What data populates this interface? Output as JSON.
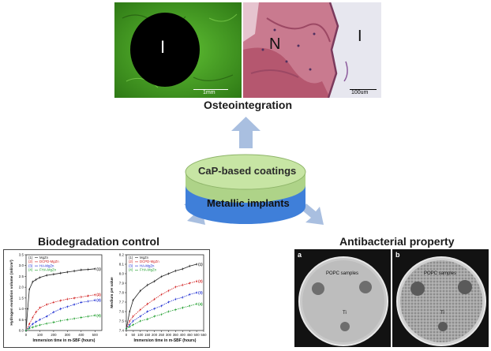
{
  "osteo": {
    "title": "Osteointegration",
    "fluor_label": "I",
    "fluor_scale": "1mm",
    "histo_label_n": "N",
    "histo_label_i": "I",
    "histo_scale": "100um"
  },
  "center": {
    "coating_label": "CaP-based coatings",
    "implant_label": "Metallic implants",
    "coating_color": "#c7e5a4",
    "implant_color": "#3f7fd9"
  },
  "biodeg": {
    "title": "Biodegradation control"
  },
  "antibac": {
    "title": "Antibacterial property",
    "panels": [
      {
        "letter": "a",
        "samples": "POPC samples",
        "ti": "Ti"
      },
      {
        "letter": "b",
        "samples": "POPC samples",
        "ti": "Ti"
      }
    ]
  },
  "arrow_color": "#a9bfe0",
  "chart_data": [
    {
      "type": "line",
      "xlabel": "Immersion time in m-SBF (hours)",
      "ylabel": "Hydrogen evolution volume (ml/cm²)",
      "xlim": [
        0,
        550
      ],
      "ylim": [
        0,
        3.5
      ],
      "xticks": [
        0,
        100,
        200,
        300,
        400,
        500
      ],
      "yticks": [
        "0.0",
        "0.5",
        "1.0",
        "1.5",
        "2.0",
        "2.5",
        "3.0",
        "3.5"
      ],
      "legend": [
        {
          "num": "(1)",
          "name": "MgZn",
          "color": "#222222"
        },
        {
          "num": "(2)",
          "name": "DCPD-MgZn",
          "color": "#d11b1b"
        },
        {
          "num": "(3)",
          "name": "HA-MgZn",
          "color": "#1a2ad1"
        },
        {
          "num": "(4)",
          "name": "FHA-MgZn",
          "color": "#1f9e2d"
        }
      ],
      "series_labels": [
        "(1)",
        "(2)",
        "(3)",
        "(4)"
      ],
      "series": [
        {
          "values": [
            [
              0,
              0
            ],
            [
              12,
              1.0
            ],
            [
              24,
              1.9
            ],
            [
              48,
              2.25
            ],
            [
              72,
              2.35
            ],
            [
              100,
              2.45
            ],
            [
              150,
              2.55
            ],
            [
              200,
              2.6
            ],
            [
              250,
              2.65
            ],
            [
              300,
              2.7
            ],
            [
              350,
              2.75
            ],
            [
              400,
              2.8
            ],
            [
              450,
              2.82
            ],
            [
              500,
              2.85
            ]
          ]
        },
        {
          "values": [
            [
              0,
              0
            ],
            [
              24,
              0.3
            ],
            [
              48,
              0.6
            ],
            [
              72,
              0.85
            ],
            [
              100,
              1.05
            ],
            [
              150,
              1.2
            ],
            [
              200,
              1.3
            ],
            [
              250,
              1.38
            ],
            [
              300,
              1.45
            ],
            [
              350,
              1.5
            ],
            [
              400,
              1.55
            ],
            [
              450,
              1.6
            ],
            [
              500,
              1.65
            ]
          ]
        },
        {
          "values": [
            [
              0,
              0
            ],
            [
              24,
              0.15
            ],
            [
              48,
              0.3
            ],
            [
              72,
              0.4
            ],
            [
              100,
              0.5
            ],
            [
              150,
              0.65
            ],
            [
              200,
              0.85
            ],
            [
              250,
              1.0
            ],
            [
              300,
              1.1
            ],
            [
              350,
              1.2
            ],
            [
              400,
              1.3
            ],
            [
              450,
              1.35
            ],
            [
              500,
              1.4
            ]
          ]
        },
        {
          "values": [
            [
              0,
              0
            ],
            [
              24,
              0.1
            ],
            [
              48,
              0.15
            ],
            [
              72,
              0.2
            ],
            [
              100,
              0.25
            ],
            [
              150,
              0.32
            ],
            [
              200,
              0.38
            ],
            [
              250,
              0.45
            ],
            [
              300,
              0.5
            ],
            [
              350,
              0.55
            ],
            [
              400,
              0.6
            ],
            [
              450,
              0.65
            ],
            [
              500,
              0.7
            ]
          ]
        }
      ]
    },
    {
      "type": "line",
      "xlabel": "Immersion time in m-SBF (hours)",
      "ylabel": "Medium pH value",
      "xlim": [
        0,
        550
      ],
      "ylim": [
        7.4,
        8.2
      ],
      "xticks": [
        0,
        50,
        100,
        150,
        200,
        250,
        300,
        350,
        400,
        450,
        500,
        550
      ],
      "yticks": [
        "7.4",
        "7.5",
        "7.6",
        "7.7",
        "7.8",
        "7.9",
        "8.0",
        "8.1",
        "8.2"
      ],
      "legend": [
        {
          "num": "(1)",
          "name": "MgZn",
          "color": "#222222"
        },
        {
          "num": "(2)",
          "name": "DCPD-MgZn",
          "color": "#d11b1b"
        },
        {
          "num": "(3)",
          "name": "HA-MgZn",
          "color": "#1a2ad1"
        },
        {
          "num": "(4)",
          "name": "FHA-MgZn",
          "color": "#1f9e2d"
        }
      ],
      "series_labels": [
        "(1)",
        "(2)",
        "(3)",
        "(4)"
      ],
      "series": [
        {
          "values": [
            [
              0,
              7.42
            ],
            [
              24,
              7.6
            ],
            [
              48,
              7.72
            ],
            [
              100,
              7.82
            ],
            [
              150,
              7.88
            ],
            [
              200,
              7.92
            ],
            [
              250,
              7.97
            ],
            [
              300,
              8.0
            ],
            [
              350,
              8.03
            ],
            [
              400,
              8.05
            ],
            [
              450,
              8.08
            ],
            [
              500,
              8.1
            ]
          ]
        },
        {
          "values": [
            [
              0,
              7.42
            ],
            [
              24,
              7.5
            ],
            [
              48,
              7.55
            ],
            [
              100,
              7.62
            ],
            [
              150,
              7.68
            ],
            [
              200,
              7.73
            ],
            [
              250,
              7.78
            ],
            [
              300,
              7.82
            ],
            [
              350,
              7.86
            ],
            [
              400,
              7.88
            ],
            [
              450,
              7.9
            ],
            [
              500,
              7.92
            ]
          ]
        },
        {
          "values": [
            [
              0,
              7.42
            ],
            [
              24,
              7.46
            ],
            [
              48,
              7.5
            ],
            [
              100,
              7.55
            ],
            [
              150,
              7.6
            ],
            [
              200,
              7.63
            ],
            [
              250,
              7.66
            ],
            [
              300,
              7.7
            ],
            [
              350,
              7.73
            ],
            [
              400,
              7.75
            ],
            [
              450,
              7.78
            ],
            [
              500,
              7.8
            ]
          ]
        },
        {
          "values": [
            [
              0,
              7.42
            ],
            [
              24,
              7.44
            ],
            [
              48,
              7.46
            ],
            [
              100,
              7.5
            ],
            [
              150,
              7.52
            ],
            [
              200,
              7.55
            ],
            [
              250,
              7.57
            ],
            [
              300,
              7.6
            ],
            [
              350,
              7.62
            ],
            [
              400,
              7.64
            ],
            [
              450,
              7.66
            ],
            [
              500,
              7.68
            ]
          ]
        }
      ]
    }
  ]
}
